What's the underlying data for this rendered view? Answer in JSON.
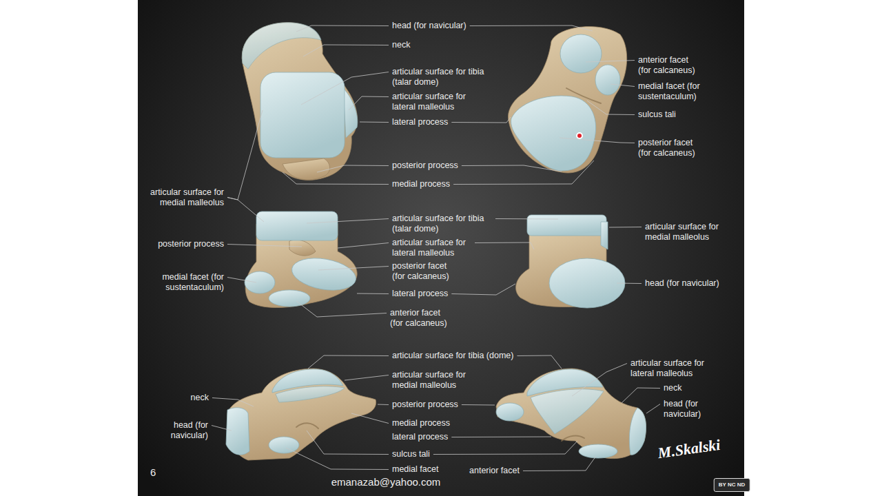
{
  "diagram": {
    "labels": [
      "head (for navicular)",
      "neck",
      "articular surface for tibia (talar dome)",
      "articular surface for lateral malleolus",
      "lateral process",
      "posterior process",
      "medial process",
      "articular surface for medial malleolus",
      "anterior facet (for calcaneus)",
      "medial facet (for sustentaculum)",
      "sulcus tali",
      "posterior facet (for calcaneus)",
      "posterior process",
      "articular surface for tibia (talar dome)",
      "articular surface for lateral malleolus",
      "posterior facet (for calcaneus)",
      "medial facet (for sustentaculum)",
      "lateral process",
      "anterior facet (for calcaneus)",
      "articular surface for medial malleolus",
      "head (for navicular)",
      "articular surface for tibia (dome)",
      "articular surface for medial malleolus",
      "neck",
      "head (for navicular)",
      "posterior process",
      "medial process",
      "lateral process",
      "sulcus tali",
      "medial facet",
      "articular surface for lateral malleolus",
      "neck",
      "head (for navicular)",
      "anterior facet",
      "6",
      "emanazab@yahoo.com",
      "M.Skalski",
      "BY NC ND"
    ]
  }
}
